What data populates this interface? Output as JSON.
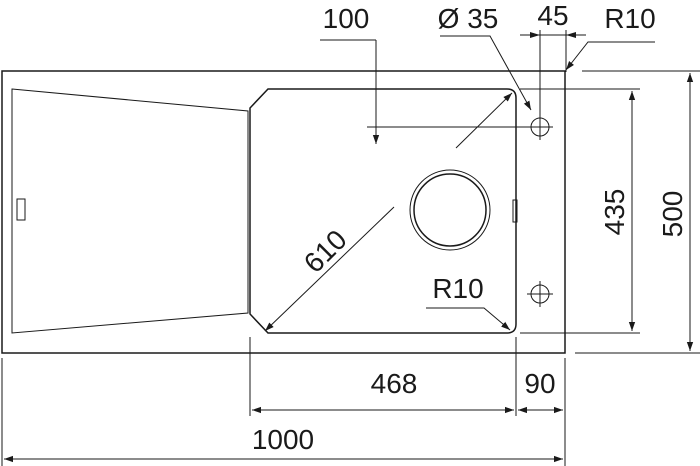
{
  "dimensions": {
    "overall_width": "1000",
    "overall_depth": "500",
    "bowl_depth": "435",
    "bowl_width": "468",
    "right_ledge": "90",
    "tap_hole_offset": "100",
    "tap_hole_diameter": "Ø 35",
    "tap_hole_spacing": "45",
    "corner_radius_top": "R10",
    "corner_radius_bowl": "R10",
    "bowl_diagonal": "610"
  }
}
